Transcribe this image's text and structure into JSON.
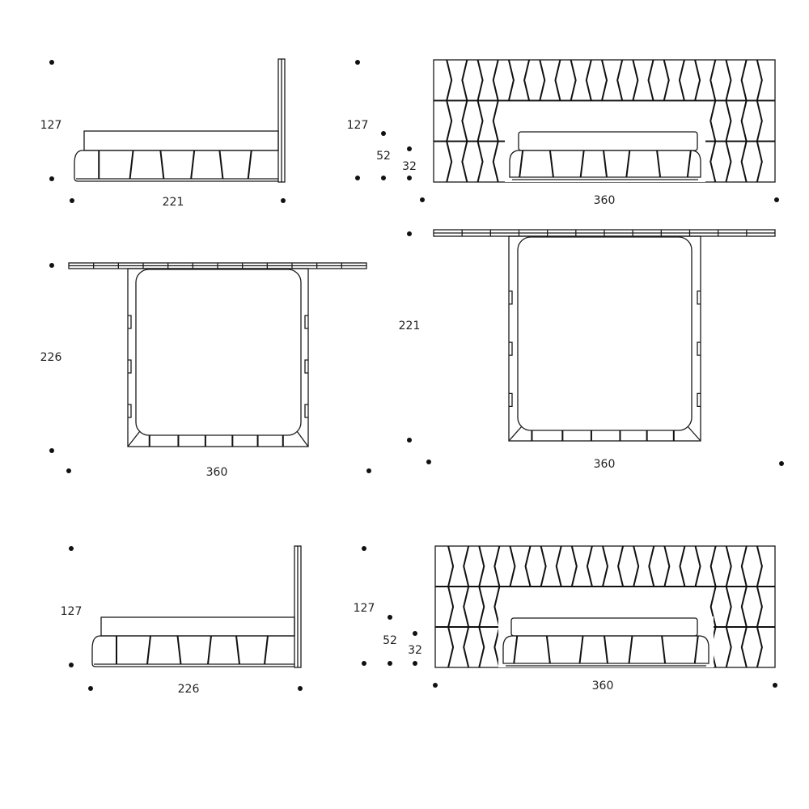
{
  "views": {
    "side_small": {
      "height": "127",
      "length": "221"
    },
    "front_small": {
      "height": "127",
      "bed_height": "52",
      "base_height": "32",
      "width": "360"
    },
    "top_small": {
      "depth": "226",
      "width": "360"
    },
    "top_large": {
      "depth": "221",
      "width": "360"
    },
    "side_large": {
      "height": "127",
      "length": "226"
    },
    "front_large": {
      "height": "127",
      "bed_height": "52",
      "base_height": "32",
      "width": "360"
    }
  },
  "colors": {
    "line": "#1a1a1a",
    "background": "#ffffff"
  }
}
